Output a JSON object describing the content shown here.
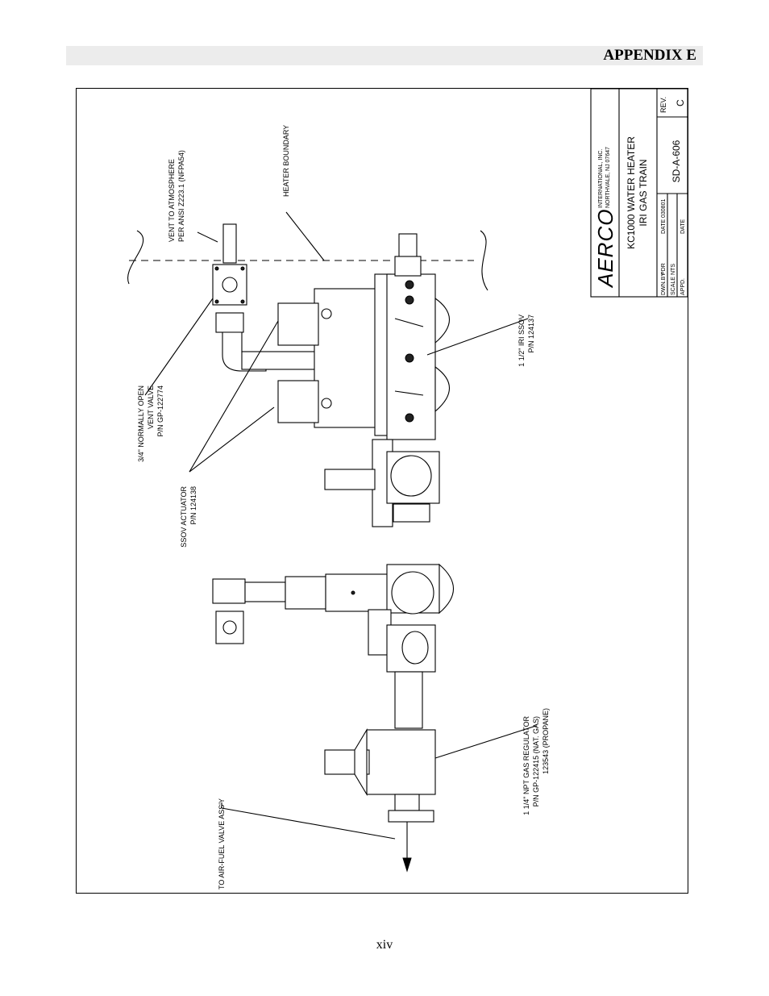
{
  "header": {
    "title": "APPENDIX E"
  },
  "page_number": "xiv",
  "title_block": {
    "logo": "AERCO",
    "company_line1": "INTERNATIONAL, INC.",
    "company_line2": "NORTHVALE, NJ  07647",
    "title_line1": "KC1000 WATER HEATER",
    "title_line2": "IRI GAS TRAIN",
    "rev_label": "REV.",
    "rev_value": "C",
    "drawing_no": "SD-A-606",
    "dwn_by_label": "DWN.BY",
    "dwn_by_value": "PDR",
    "date_label": "DATE",
    "date_value": "030801",
    "scale_label": "SCALE",
    "scale_value": "NTS",
    "appd_label": "APPD.",
    "appd_value": "",
    "date2_label": "DATE",
    "date2_value": ""
  },
  "callouts": {
    "vent_atm": [
      "VENT TO ATMOSPHERE",
      "PER ANSI Z223.1 (NFPA54)"
    ],
    "heater_boundary": [
      "HEATER BOUNDARY"
    ],
    "vent_valve": [
      "3/4\" NORMALLY OPEN",
      "VENT VALVE",
      "P/N GP-122774"
    ],
    "ssov_actuator": [
      "SSOV ACTUATOR",
      "P/N 124138"
    ],
    "iri_ssov": [
      "1 1/2\" IRI SSOV",
      "P/N 124137"
    ],
    "gas_regulator": [
      "1 1/4\" NPT GAS REGULATOR",
      "P/N  GP-122415 (NAT. GAS)",
      "123543 (PROPANE)"
    ],
    "air_fuel": [
      "TO AIR-FUEL VALVE ASS'Y"
    ]
  }
}
